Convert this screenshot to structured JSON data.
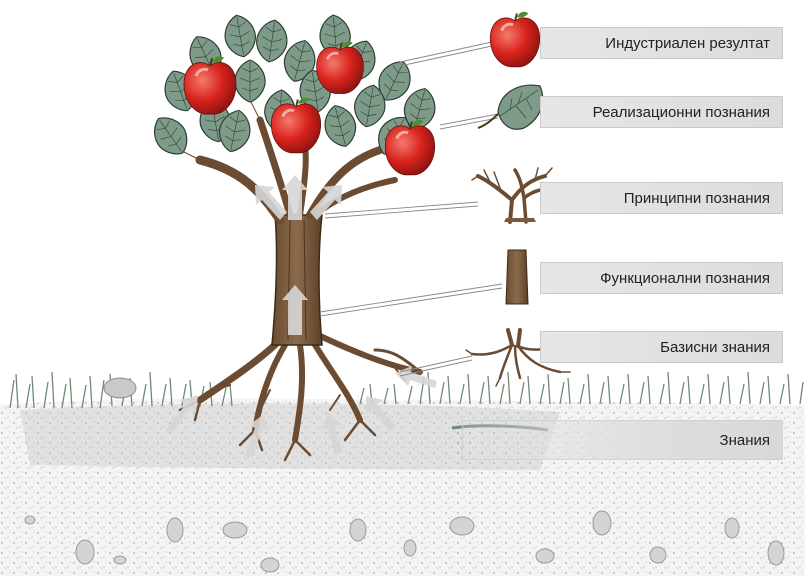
{
  "labels": {
    "industrial_result": "Индустриален резултат",
    "realization_knowledge": "Реализационни познания",
    "principle_knowledge": "Принципни познания",
    "functional_knowledge": "Функционални познания",
    "basic_knowledge": "Базисни знания",
    "knowledge": "Знания"
  },
  "colors": {
    "trunk": "#7a5a3c",
    "leaf": "#7e9a88",
    "apple": "#d9231d",
    "grass": "#6f8a72",
    "soil": "#a8a8a8",
    "arrow": "#d6d6d6"
  },
  "icons": [
    "apple-icon",
    "leaf-icon",
    "crown-branches-icon",
    "trunk-segment-icon",
    "roots-icon",
    "soil-layer-icon"
  ]
}
